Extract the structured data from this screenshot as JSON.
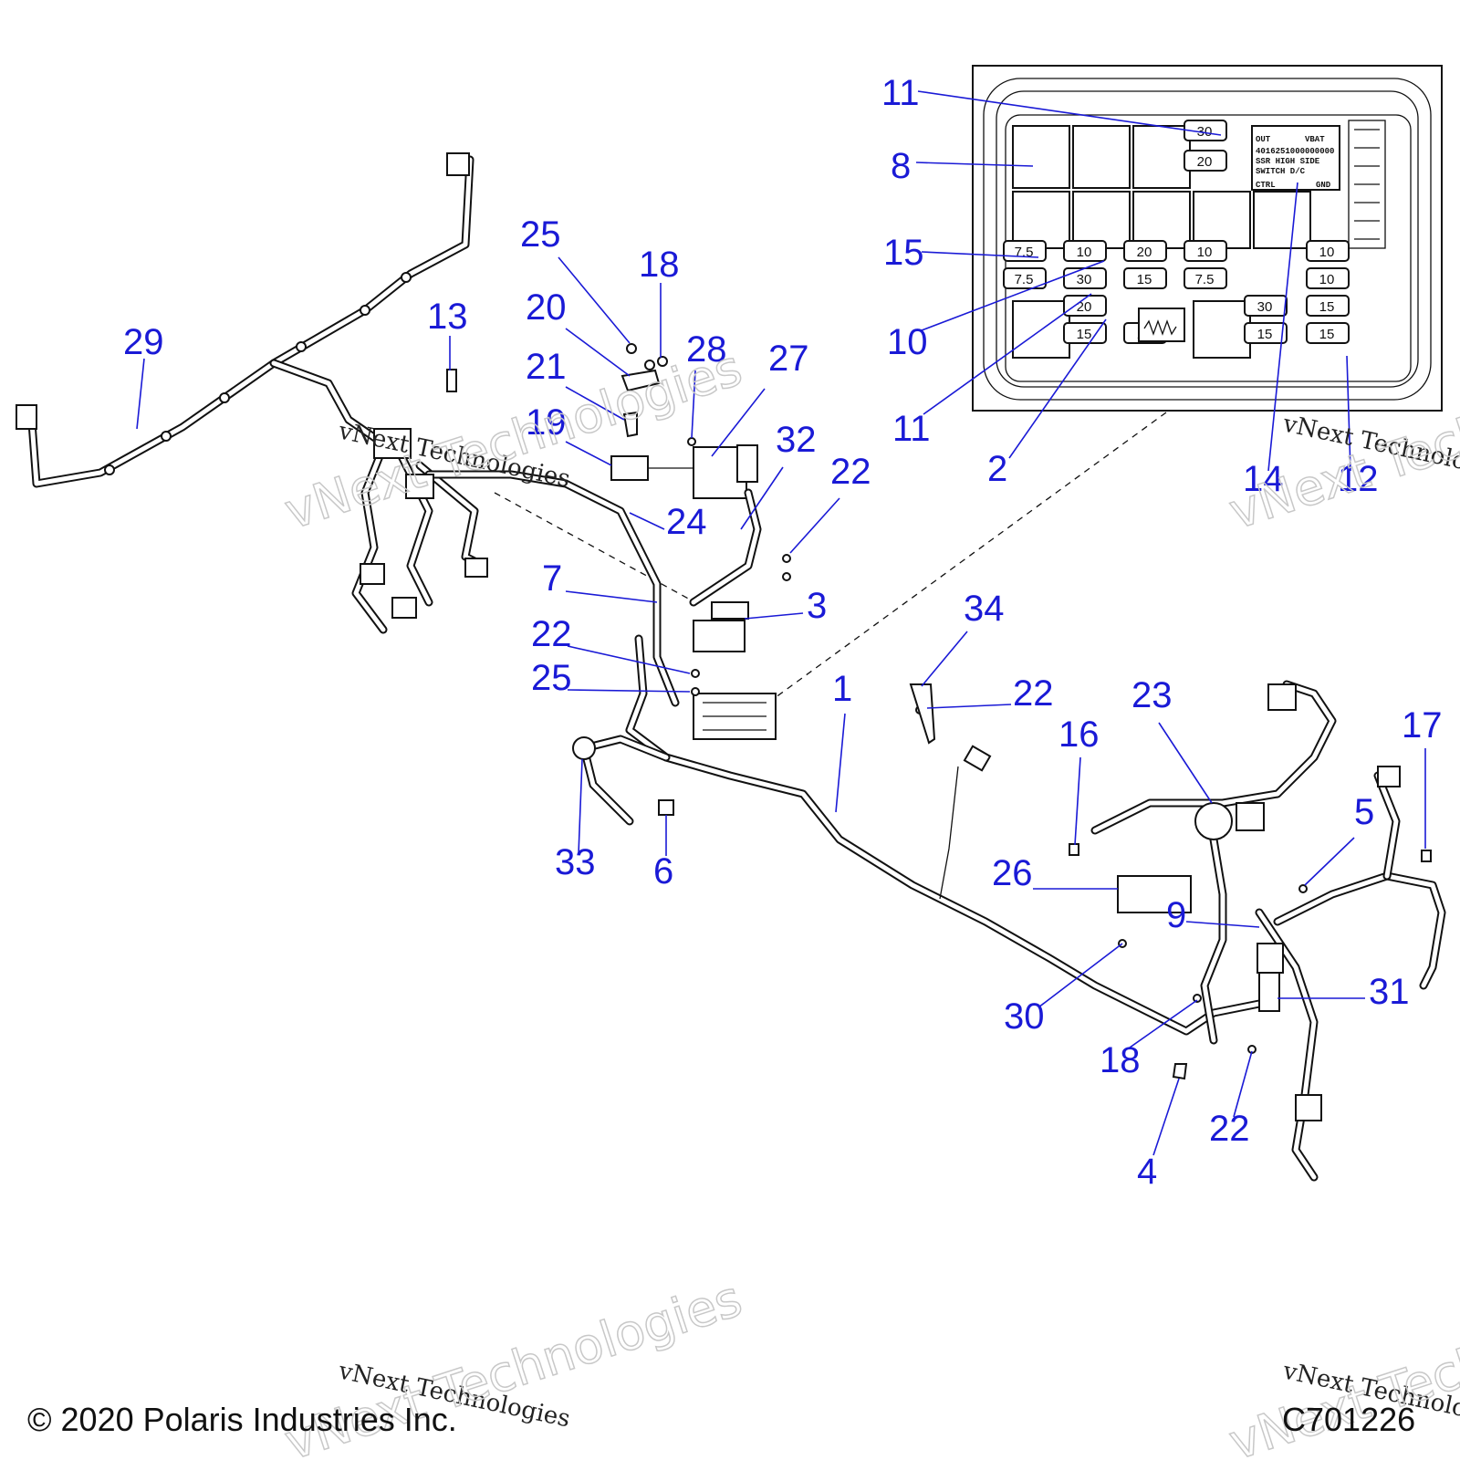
{
  "diagram": {
    "callouts": [
      {
        "id": "c-29",
        "text": "29"
      },
      {
        "id": "c-13",
        "text": "13"
      },
      {
        "id": "c-25a",
        "text": "25"
      },
      {
        "id": "c-18a",
        "text": "18"
      },
      {
        "id": "c-20",
        "text": "20"
      },
      {
        "id": "c-21",
        "text": "21"
      },
      {
        "id": "c-28",
        "text": "28"
      },
      {
        "id": "c-27",
        "text": "27"
      },
      {
        "id": "c-19",
        "text": "19"
      },
      {
        "id": "c-32",
        "text": "32"
      },
      {
        "id": "c-22a",
        "text": "22"
      },
      {
        "id": "c-24",
        "text": "24"
      },
      {
        "id": "c-7",
        "text": "7"
      },
      {
        "id": "c-3",
        "text": "3"
      },
      {
        "id": "c-22b",
        "text": "22"
      },
      {
        "id": "c-25b",
        "text": "25"
      },
      {
        "id": "c-1",
        "text": "1"
      },
      {
        "id": "c-34",
        "text": "34"
      },
      {
        "id": "c-22c",
        "text": "22"
      },
      {
        "id": "c-23",
        "text": "23"
      },
      {
        "id": "c-16",
        "text": "16"
      },
      {
        "id": "c-17",
        "text": "17"
      },
      {
        "id": "c-5",
        "text": "5"
      },
      {
        "id": "c-33",
        "text": "33"
      },
      {
        "id": "c-6",
        "text": "6"
      },
      {
        "id": "c-26",
        "text": "26"
      },
      {
        "id": "c-9",
        "text": "9"
      },
      {
        "id": "c-30",
        "text": "30"
      },
      {
        "id": "c-31",
        "text": "31"
      },
      {
        "id": "c-18b",
        "text": "18"
      },
      {
        "id": "c-22d",
        "text": "22"
      },
      {
        "id": "c-4",
        "text": "4"
      },
      {
        "id": "c-11a",
        "text": "11"
      },
      {
        "id": "c-8",
        "text": "8"
      },
      {
        "id": "c-15",
        "text": "15"
      },
      {
        "id": "c-10",
        "text": "10"
      },
      {
        "id": "c-11b",
        "text": "11"
      },
      {
        "id": "c-2",
        "text": "2"
      },
      {
        "id": "c-14",
        "text": "14"
      },
      {
        "id": "c-12",
        "text": "12"
      }
    ],
    "fuse_box": {
      "fuse_ratings": [
        "30",
        "20",
        "7.5",
        "10",
        "20",
        "10",
        "10",
        "7.5",
        "30",
        "15",
        "7.5",
        "10",
        "20",
        "30",
        "15",
        "15",
        "15",
        "15",
        "15"
      ],
      "relay_label": {
        "out": "OUT",
        "vbat": "VBAT",
        "part_no": "4016251000000000",
        "line1": "SSR HIGH SIDE",
        "line2": "SWITCH D/C",
        "ctrl": "CTRL",
        "gnd": "GND"
      }
    },
    "watermarks": [
      {
        "small": "vNext Technologies",
        "big": "vNext Technologies"
      },
      {
        "small": "vNext Technologies",
        "big": "vNext Technologies"
      },
      {
        "small": "vNext Technologies",
        "big": "vNext Technologies"
      },
      {
        "small": "vNext Technologies",
        "big": "vNext Technologies"
      }
    ],
    "copyright": "© 2020 Polaris Industries Inc.",
    "drawing_id": "C701226"
  },
  "colors": {
    "callout": "#1a1ad6",
    "line": "#111111"
  }
}
